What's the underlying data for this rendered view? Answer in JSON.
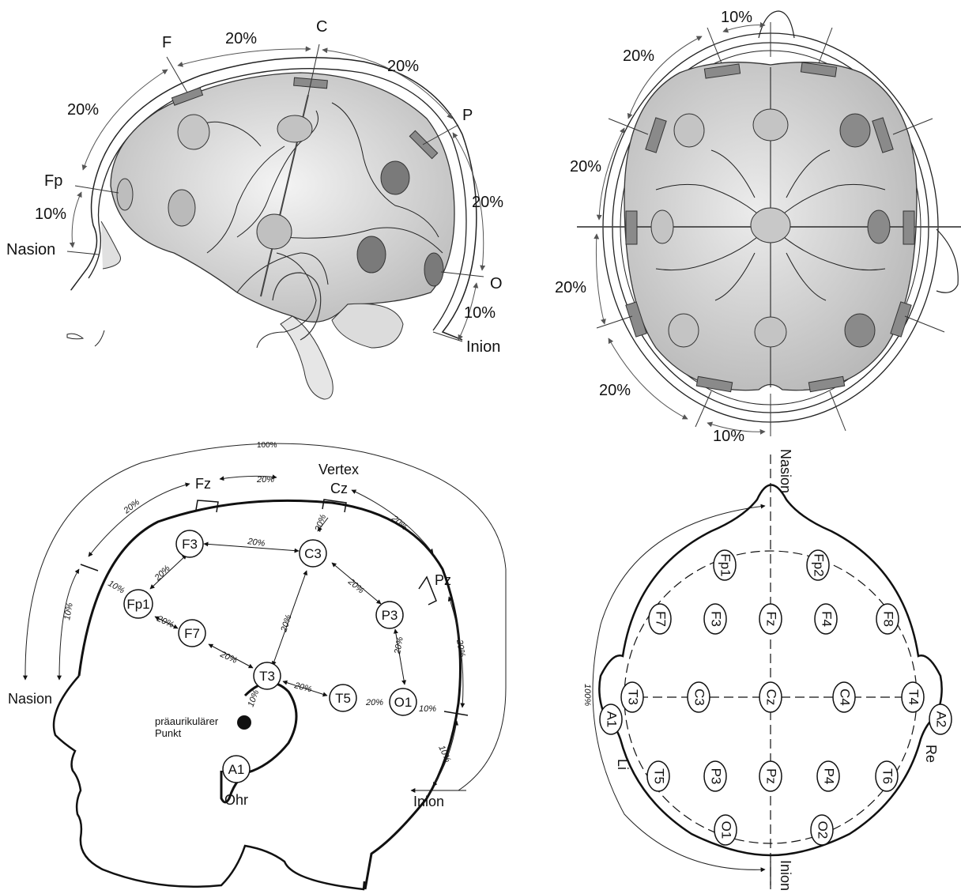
{
  "side_brain": {
    "labels": {
      "F": "F",
      "C": "C",
      "P": "P",
      "Fp": "Fp",
      "O": "O",
      "nasion": "Nasion",
      "inion": "Inion"
    },
    "percent": {
      "fc": "20%",
      "cp": "20%",
      "fpf": "20%",
      "nasion_fp": "10%",
      "po": "20%",
      "o_inion": "10%"
    }
  },
  "top_brain": {
    "percent": {
      "top": "10%",
      "upper_left": "20%",
      "mid_left": "20%",
      "lower_mid_left": "20%",
      "lower_left": "20%",
      "bottom": "10%"
    }
  },
  "side_head": {
    "percent": {
      "total": "100%",
      "fz_cz": "20%",
      "nasion_fz": "20%",
      "cz_pz": "20%",
      "fp1_f3": "20%",
      "f3_c3": "20%",
      "c3_p3": "20%",
      "fp1_f7": "20%",
      "f7_t3": "20%",
      "c3_t3": "20%",
      "t3_t5": "20%",
      "p3_o1": "20%",
      "t5_o1": "20%",
      "nasion_fp1": "10%",
      "cz_top": "20%",
      "t3_ear": "10%",
      "o1_inion": "10%",
      "nasion_10": "10%",
      "inion_10": "10%",
      "pz_o1": "20%"
    },
    "labels": {
      "vertex": "Vertex",
      "fz": "Fz",
      "cz": "Cz",
      "pz": "Pz",
      "nasion": "Nasion",
      "inion": "Inion",
      "preauricular_1": "präaurikulärer",
      "preauricular_2": "Punkt",
      "ear": "Ohr"
    },
    "electrodes": {
      "f3": "F3",
      "c3": "C3",
      "fp1": "Fp1",
      "f7": "F7",
      "p3": "P3",
      "t3": "T3",
      "t5": "T5",
      "o1": "O1",
      "a1": "A1"
    }
  },
  "top_head": {
    "labels": {
      "nasion": "Nasion",
      "inion": "Inion",
      "left": "Li",
      "right": "Re",
      "total": "100%"
    },
    "electrodes": {
      "fp1": "Fp1",
      "fp2": "Fp2",
      "f7": "F7",
      "f3": "F3",
      "fz": "Fz",
      "f4": "F4",
      "f8": "F8",
      "t3": "T3",
      "c3": "C3",
      "cz": "Cz",
      "c4": "C4",
      "t4": "T4",
      "a1": "A1",
      "a2": "A2",
      "t5": "T5",
      "p3": "P3",
      "pz": "Pz",
      "p4": "P4",
      "t6": "T6",
      "o1": "O1",
      "o2": "O2"
    }
  },
  "colors": {
    "line": "#222222",
    "brain_fill": "#d9d9d9",
    "electrode_light": "#c8c8c8",
    "electrode_dark": "#7a7a7a",
    "arrow": "#555555"
  }
}
